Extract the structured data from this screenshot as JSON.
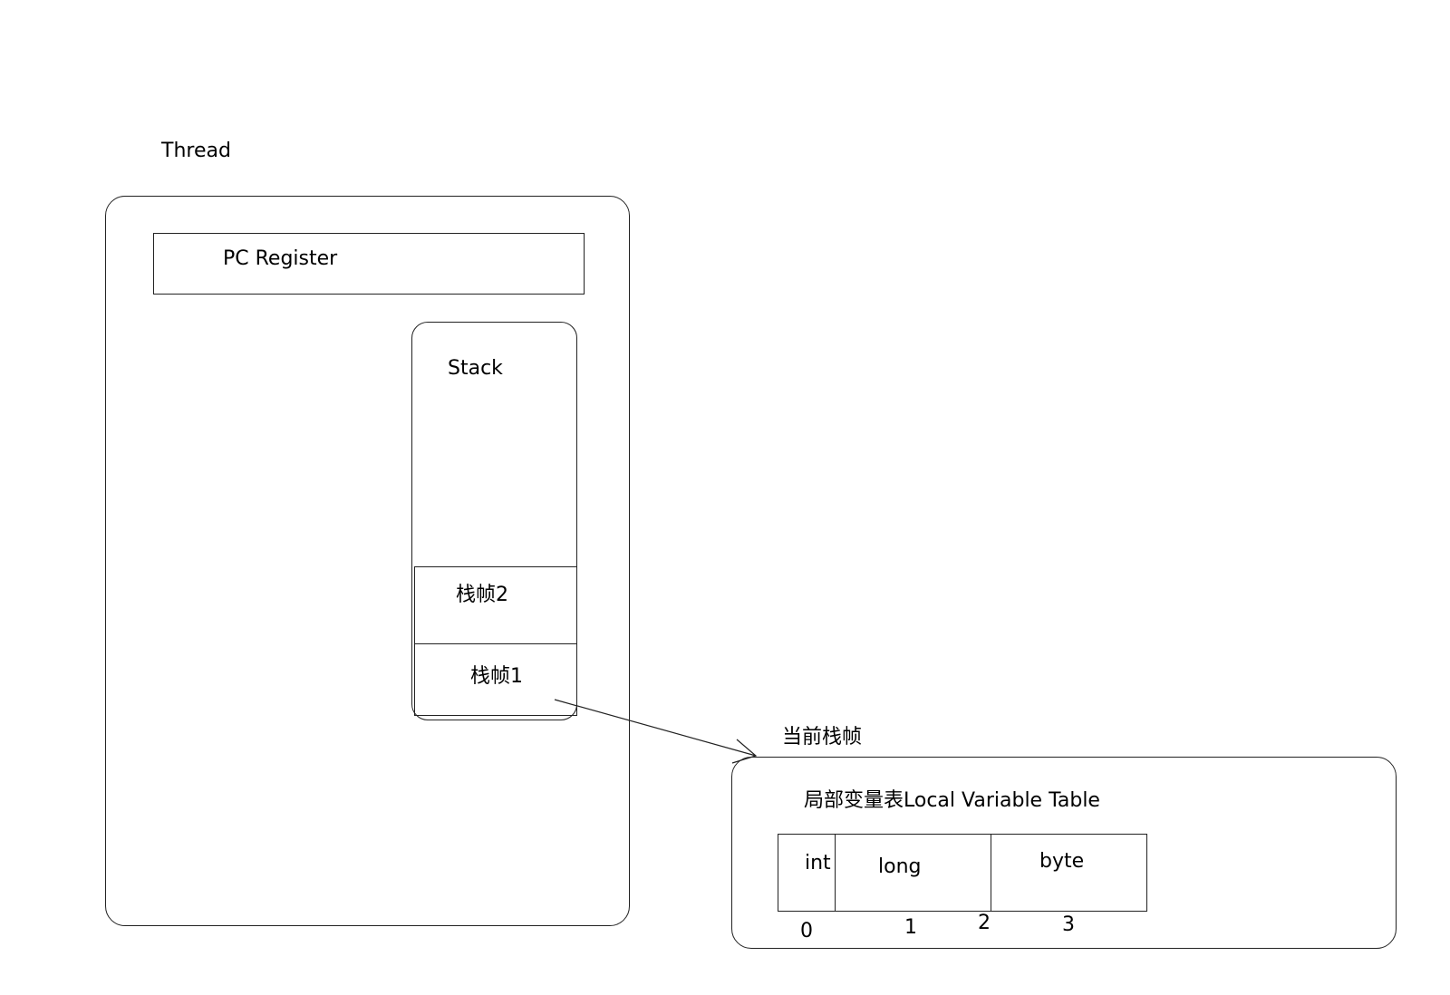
{
  "thread": {
    "title": "Thread",
    "pc_register": "PC Register",
    "stack": {
      "title": "Stack",
      "frames": [
        "栈帧2",
        "栈帧1"
      ]
    }
  },
  "current_frame": {
    "label": "当前栈帧",
    "local_variable_table": {
      "title": "局部变量表Local Variable Table",
      "cells": [
        "int",
        "long",
        "byte"
      ],
      "indices": [
        "0",
        "1",
        "2",
        "3"
      ]
    }
  }
}
